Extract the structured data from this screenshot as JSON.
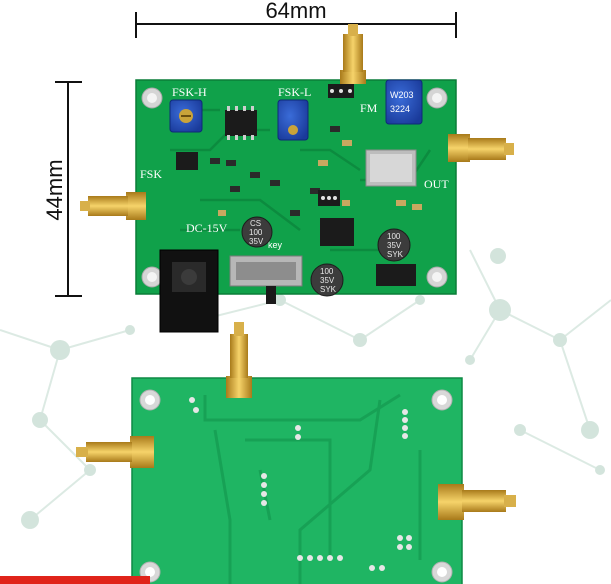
{
  "dimensions": {
    "width_label": "64mm",
    "height_label": "44mm"
  },
  "silkscreen": {
    "fsk_h": "FSK-H",
    "fsk_l": "FSK-L",
    "fm": "FM",
    "fsk": "FSK",
    "out": "OUT",
    "dc": "DC-15V",
    "key": "key"
  },
  "components": {
    "cap_left": [
      "CS",
      "100",
      "35V"
    ],
    "cap_mid": [
      "100",
      "35V",
      "SYK"
    ],
    "cap_right": [
      "100",
      "35V",
      "SYK"
    ],
    "trimpot_code": "W203",
    "trimpot_code2": "3224"
  },
  "colors": {
    "pcb_green": "#12a24a",
    "pcb_green_back": "#19b25c",
    "gold": "#e0b43a",
    "network_node": "#c9dfd6"
  }
}
